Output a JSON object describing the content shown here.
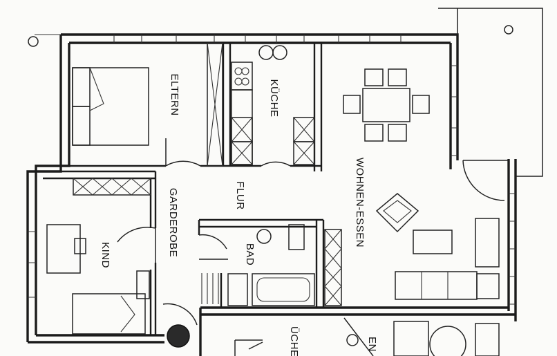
{
  "rooms": {
    "eltern": "ELTERN",
    "kueche": "KÜCHE",
    "wohnen_essen": "WOHNEN-ESSEN",
    "flur": "FLUR",
    "garderobe": "GARDEROBE",
    "kind": "KIND",
    "bad": "BAD",
    "kueche_partial": "ÜCHE",
    "partial_room": "EN"
  },
  "colors": {
    "ink": "#1b1b1b",
    "paper": "#fbfbf9"
  }
}
